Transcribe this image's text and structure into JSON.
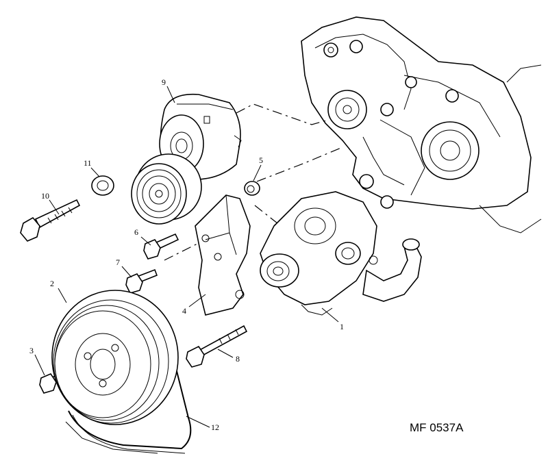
{
  "diagram": {
    "reference_code": "MF 0537A",
    "callouts": [
      "1",
      "2",
      "3",
      "4",
      "5",
      "6",
      "7",
      "8",
      "9",
      "10",
      "11",
      "12"
    ]
  },
  "parts": [
    {
      "id": "engine-block-icon"
    },
    {
      "id": "tensioner-pulley-icon"
    },
    {
      "id": "idler-pulley-icon"
    },
    {
      "id": "power-steering-pump-icon"
    },
    {
      "id": "crankshaft-pulley-icon"
    },
    {
      "id": "drive-belt-icon"
    },
    {
      "id": "mounting-bracket-icon"
    },
    {
      "id": "bolt-icon"
    },
    {
      "id": "washer-icon"
    },
    {
      "id": "spacer-icon"
    }
  ]
}
